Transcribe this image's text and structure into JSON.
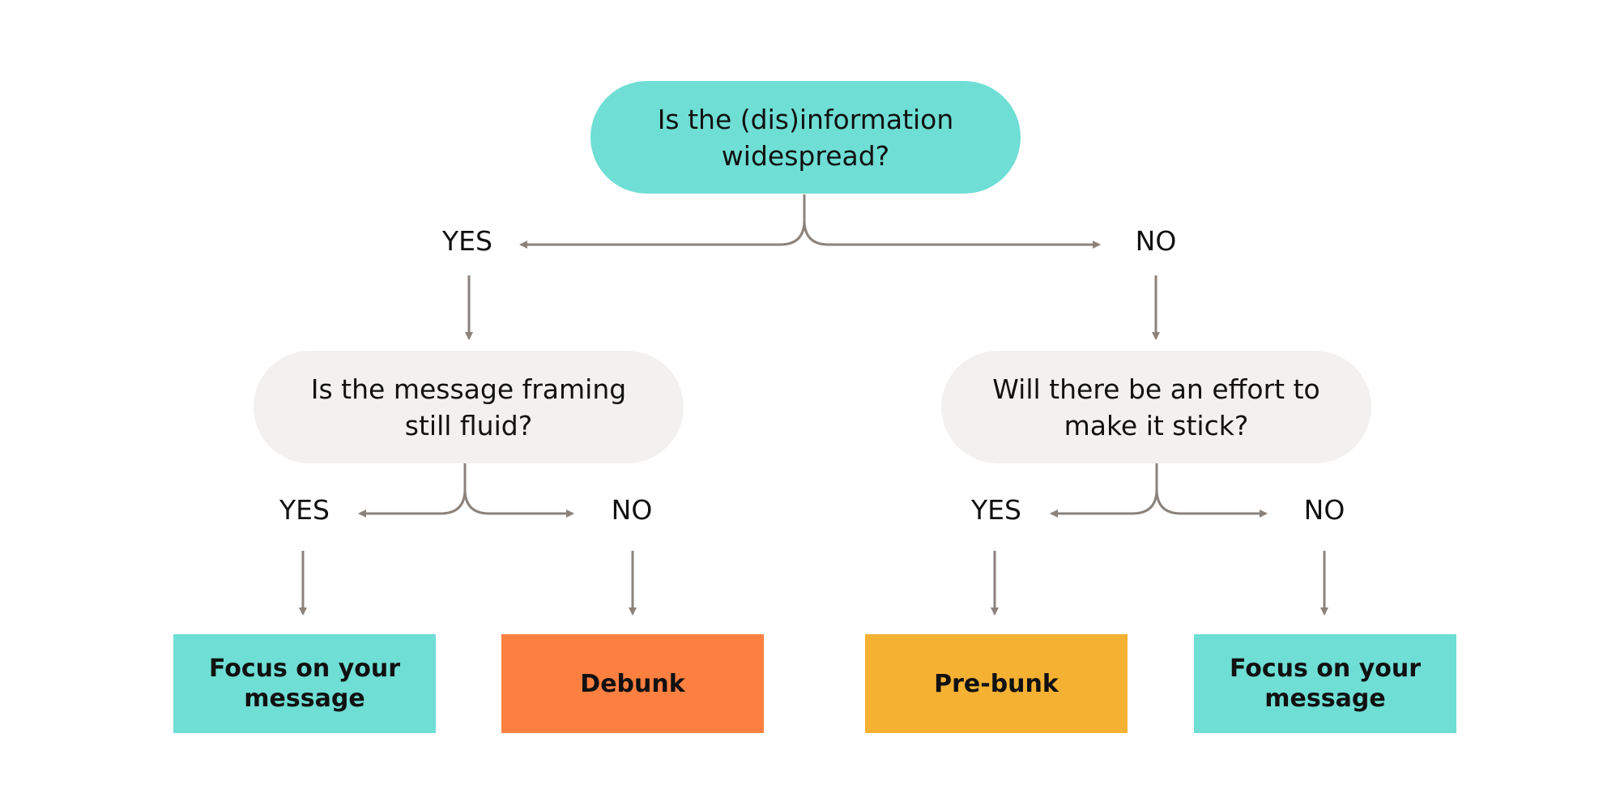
{
  "root": {
    "question": "Is the (dis)information widespread?",
    "yes_label": "YES",
    "no_label": "NO"
  },
  "left_question": {
    "question": "Is the message framing still fluid?",
    "yes_label": "YES",
    "no_label": "NO"
  },
  "right_question": {
    "question": "Will there be an effort to make it stick?",
    "yes_label": "YES",
    "no_label": "NO"
  },
  "outcomes": [
    {
      "label": "Focus on your message",
      "color": "#6fded5"
    },
    {
      "label": "Debunk",
      "color": "#fe8041"
    },
    {
      "label": "Pre-bunk",
      "color": "#f4b132"
    },
    {
      "label": "Focus on your message",
      "color": "#6fded5"
    }
  ],
  "colors": {
    "connector": "#8b827c",
    "root_fill": "#6fded5",
    "question_fill": "#f2f1ef"
  }
}
